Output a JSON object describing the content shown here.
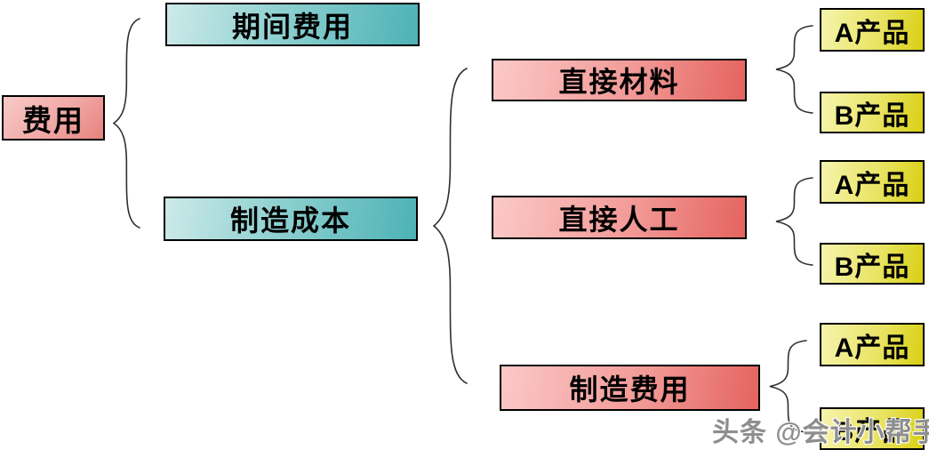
{
  "diagram": {
    "root": {
      "label": "费用"
    },
    "level1": [
      {
        "label": "期间费用"
      },
      {
        "label": "制造成本"
      }
    ],
    "branches": [
      {
        "label": "直接材料",
        "products": [
          {
            "label": "A产品"
          },
          {
            "label": "B产品"
          }
        ]
      },
      {
        "label": "直接人工",
        "products": [
          {
            "label": "A产品"
          },
          {
            "label": "B产品"
          }
        ]
      },
      {
        "label": "制造费用",
        "products": [
          {
            "label": "A产品"
          },
          {
            "label": "B产品"
          }
        ]
      }
    ]
  },
  "watermark": {
    "text": "头条 @会计小帮手"
  },
  "colors": {
    "root_box_light": "#f7cac8",
    "root_box_dark": "#e8817e",
    "teal_box_light": "#c9e7e6",
    "teal_box_dark": "#4db2b6",
    "branch_box_light": "#fbc9c7",
    "branch_box_dark": "#e4635f",
    "product_box_light": "#f6f4ae",
    "product_box_dark": "#d9d013",
    "box_border": "#000000",
    "brace_line": "#2f2f2f",
    "watermark_text": "#8e8e8e"
  }
}
